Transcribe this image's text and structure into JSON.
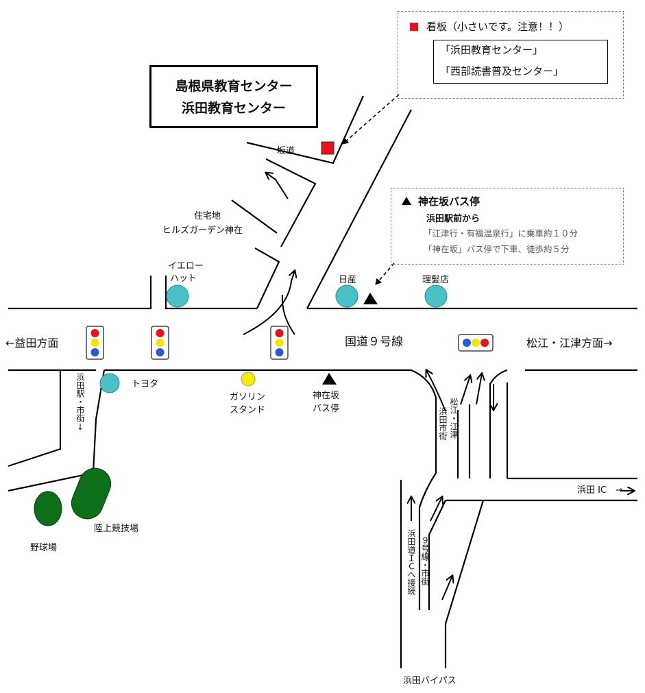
{
  "facility": {
    "line1": "島根県教育センター",
    "line2": "浜田教育センター"
  },
  "signboard": {
    "note": "看板（小さいです。注意！！）",
    "line1": "「浜田教育センター」",
    "line2": "「西部読書普及センター」",
    "color": "#e8121c"
  },
  "bus_info": {
    "title": "神在坂バス停",
    "line1": "浜田駅前から",
    "line2": "「江津行・有福温泉行」に乗車約１０分",
    "line3": "「神在坂」バス停で下車、徒歩約５分"
  },
  "labels": {
    "sakamichi": "坂道",
    "housing_line1": "住宅地",
    "housing_line2": "ヒルズガーデン神在",
    "yellow_hat_line1": "イエロー",
    "yellow_hat_line2": "ハット",
    "nissan": "日産",
    "barber": "理髪店",
    "route9": "国道９号線",
    "to_masuda": "←益田方面",
    "to_matsue": "松江・江津方面→",
    "toyota": "トヨタ",
    "gas_line1": "ガソリン",
    "gas_line2": "スタンド",
    "bus_stop_line1": "神在坂",
    "bus_stop_line2": "バス停",
    "hamada_station_city": "浜田駅・市街↓",
    "hamada_city": "浜田市街",
    "matsue_gotsu": "松江・江津",
    "hamada_ic": "浜田 IC　→",
    "to_hamada_road_ic": "浜田道ＩＣへ接続",
    "route9_city": "９号線・市街",
    "hamada_bypass": "浜田バイパス",
    "baseball": "野球場",
    "athletics": "陸上競技場"
  },
  "colors": {
    "store_marker": "#49c1c7",
    "gas_marker": "#f5ec00",
    "park": "#0d6f1a",
    "signal_red": "#e8121c",
    "signal_yellow": "#f2e600",
    "signal_blue": "#2c59d6"
  }
}
